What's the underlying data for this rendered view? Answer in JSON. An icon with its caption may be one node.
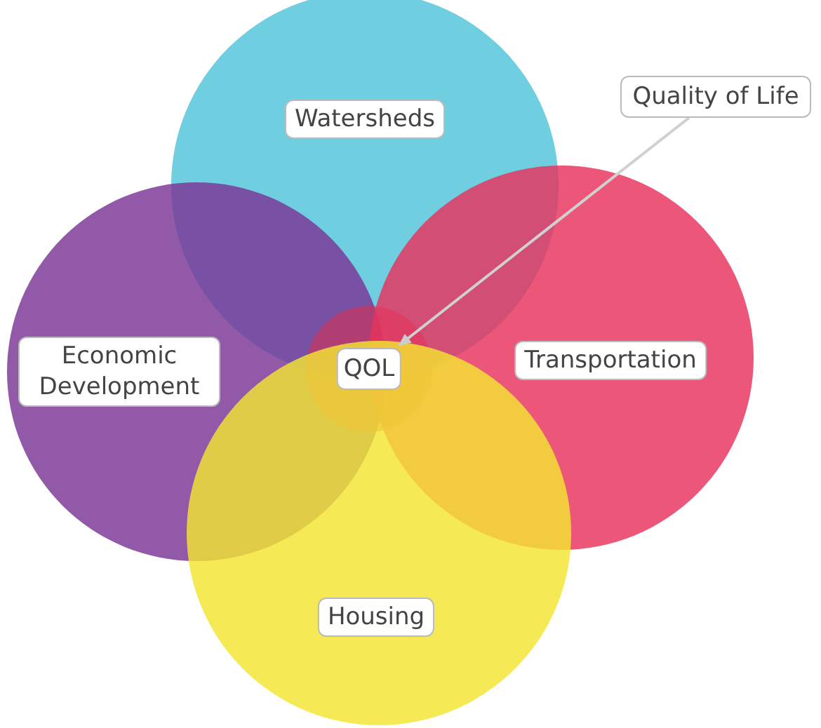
{
  "diagram": {
    "nodes": [
      {
        "text": [
          "Watersheds"
        ]
      },
      {
        "text": [
          "Quality of Life"
        ]
      },
      {
        "text": [
          "Economic Development"
        ]
      },
      {
        "text": [
          "QOL"
        ]
      },
      {
        "text": [
          "Transportation"
        ]
      },
      {
        "text": [
          "Housing"
        ]
      }
    ],
    "edges": [
      {
        "from": 1,
        "to": 3,
        "arrow": "to"
      }
    ]
  }
}
